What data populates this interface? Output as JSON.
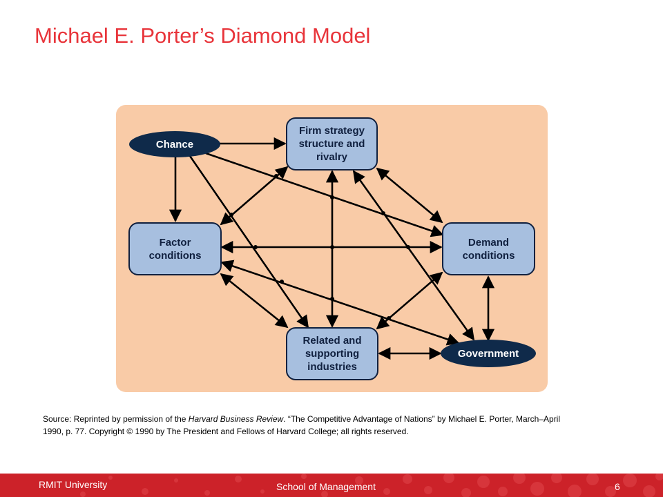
{
  "slide": {
    "title": "Michael E. Porter’s Diamond Model"
  },
  "diagram": {
    "nodes": {
      "firm_strategy": "Firm strategy\nstructure and\nrivalry",
      "factor_conditions": "Factor\nconditions",
      "demand_conditions": "Demand\nconditions",
      "related_industries": "Related and\nsupporting\nindustries",
      "chance": "Chance",
      "government": "Government"
    },
    "colors": {
      "panel": "#f9cba7",
      "box_fill": "#a7bfdf",
      "box_border": "#10203f",
      "oval_fill": "#0f2a4a",
      "title": "#e8343a",
      "footer": "#cc2229"
    }
  },
  "source": {
    "prefix": "Source: Reprinted by permission of the ",
    "publication": "Harvard Business Review",
    "rest": ". “The Competitive Advantage of Nations” by Michael E. Porter, March–April 1990, p. 77. Copyright © 1990 by The President and Fellows of Harvard College; all rights reserved."
  },
  "footer": {
    "university": "RMIT University",
    "school": "School of Management",
    "page_number": "6"
  }
}
